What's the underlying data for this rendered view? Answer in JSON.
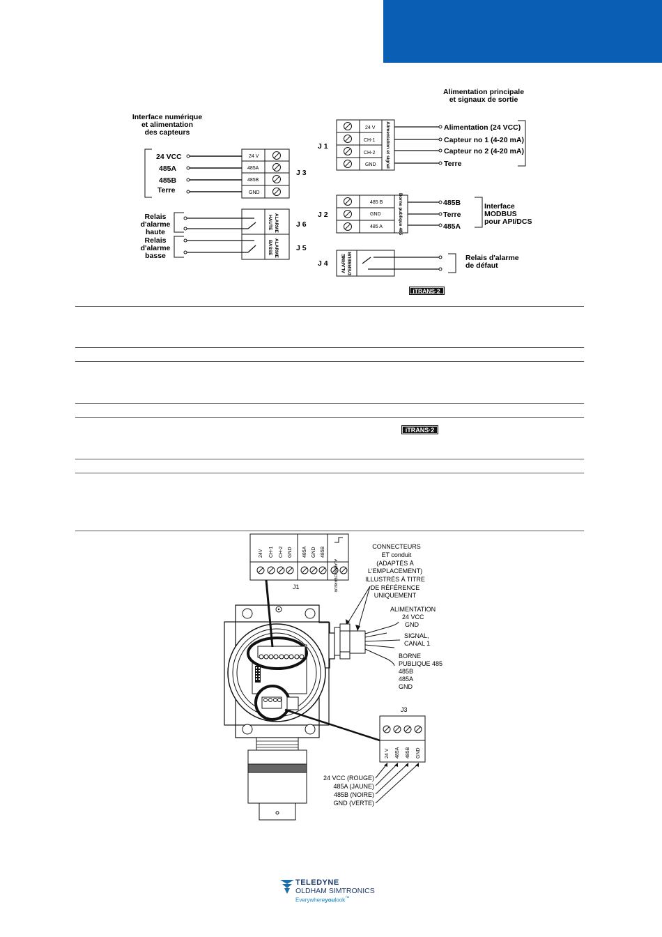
{
  "brand_colors": {
    "corner": "#0a5fb4",
    "logo": "#1b6fa8"
  },
  "diagram1": {
    "left_title": [
      "Interface numérique",
      "et alimentation",
      "des capteurs"
    ],
    "right_title": [
      "Alimentation principale",
      "et signaux de sortie"
    ],
    "j3": {
      "label": "J 3",
      "inputs": [
        "24 VCC",
        "485A",
        "485B",
        "Terre"
      ],
      "pins": [
        "24 V",
        "485A",
        "485B",
        "GND"
      ]
    },
    "j6": {
      "label": "J 6",
      "relay": [
        "Relais",
        "d'alarme",
        "haute"
      ],
      "terminal": [
        "ALARME",
        "HAUTE"
      ]
    },
    "j5": {
      "label": "J 5",
      "relay": [
        "Relais",
        "d'alarme",
        "basse"
      ],
      "terminal": [
        "ALARME",
        "BASSE"
      ]
    },
    "j1": {
      "label": "J 1",
      "pins": [
        "24 V",
        "CH-1",
        "CH-2",
        "GND"
      ],
      "side": "Alimentation et signal",
      "outputs": [
        "Alimentation (24 VCC)",
        "Capteur no 1 (4-20 mA)",
        "Capteur no  2 (4-20 mA)",
        "Terre"
      ]
    },
    "j2": {
      "label": "J 2",
      "pins": [
        "485 B",
        "GND",
        "485 A"
      ],
      "side": "Borne publique 485",
      "outputs": [
        "485B",
        "Terre",
        "485A"
      ],
      "note": [
        "Interface",
        "MODBUS",
        "pour API/DCS"
      ]
    },
    "j4": {
      "label": "J 4",
      "terminal": [
        "ALARME",
        "D'ERREUR"
      ],
      "note": [
        "Relais d'alarme",
        "de défaut"
      ]
    },
    "logo": "iTRANS·2"
  },
  "middle_logo": "iTRANS·2",
  "diagram2": {
    "j1_pins": [
      "24V",
      "CH-1",
      "CH-2",
      "GND",
      "485A",
      "GND",
      "485B",
      "ALARME D'ERREUR"
    ],
    "j1_label": "J1",
    "connectors_note": [
      "CONNECTEURS",
      "ET conduit",
      "(ADAPTÉS À",
      "L'EMPLACEMENT)",
      "ILLUSTRÉS À TITRE",
      "DE RÉFÉRENCE",
      "UNIQUEMENT"
    ],
    "power_note": [
      "ALIMENTATION",
      "24 VCC",
      "GND"
    ],
    "signal_note": [
      "SIGNAL,",
      "CANAL 1"
    ],
    "bus_note": [
      "BORNE",
      "PUBLIQUE 485",
      "485B",
      "485A",
      "GND"
    ],
    "j3_label": "J3",
    "j3_pins": [
      "24 V",
      "485A",
      "485B",
      "GND"
    ],
    "wires": [
      "24 VCC (ROUGE)",
      "485A (JAUNE)",
      "485B (NOIRE)",
      "GND (VERTE)"
    ]
  },
  "footer": {
    "line1": "TELEDYNE",
    "line2": "OLDHAM SIMTRONICS",
    "tag_a": "Everywhere",
    "tag_b": "you",
    "tag_c": "look",
    "tm": "™"
  }
}
